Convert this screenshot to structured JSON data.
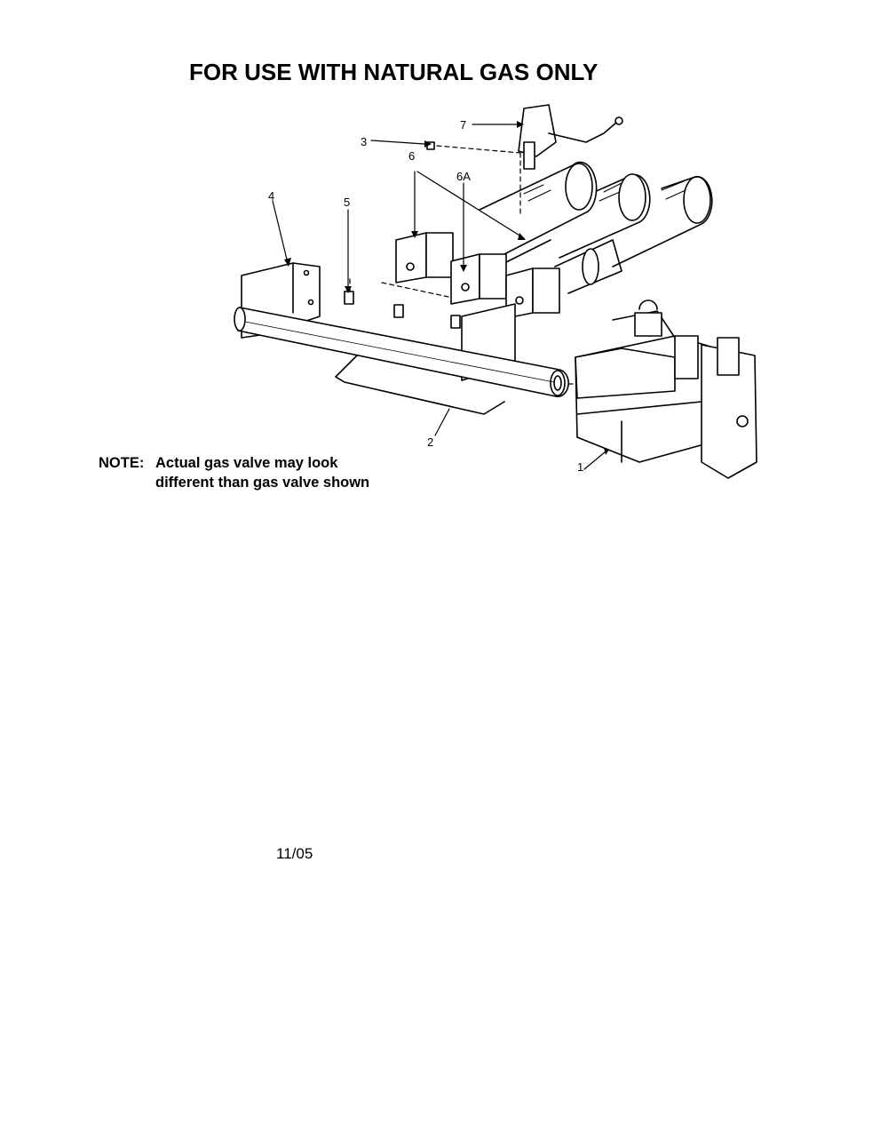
{
  "header": {
    "title": "FOR USE WITH NATURAL GAS ONLY"
  },
  "note": {
    "label": "NOTE:",
    "line1": "Actual gas valve may look",
    "line2": "different than gas valve shown"
  },
  "footer": {
    "date": "11/05"
  },
  "callouts": [
    "1",
    "2",
    "3",
    "4",
    "5",
    "6",
    "6A",
    "7"
  ]
}
